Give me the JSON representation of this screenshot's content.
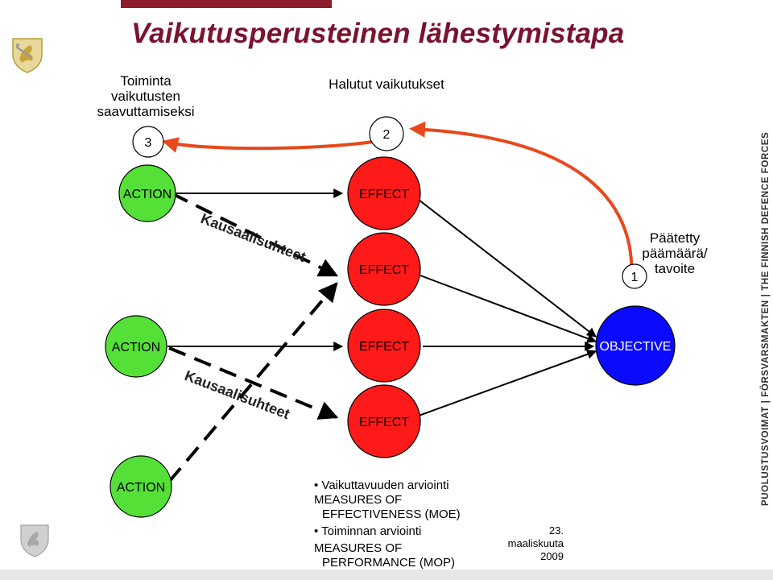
{
  "title": "Vaikutusperusteinen lähestymistapa",
  "labels": {
    "toiminta_1": "Toiminta",
    "toiminta_2": "vaikutusten",
    "toiminta_3": "saavuttamiseksi",
    "halutut": "Halutut vaikutukset",
    "paatetty_1": "Päätetty",
    "paatetty_2": "päämäärä/",
    "paatetty_3": "tavoite"
  },
  "numbers": {
    "n1": "1",
    "n2": "2",
    "n3": "3"
  },
  "nodes": {
    "action_1": "ACTION",
    "action_2": "ACTION",
    "action_3": "ACTION",
    "effect_1": "EFFECT",
    "effect_2": "EFFECT",
    "effect_3": "EFFECT",
    "effect_4": "EFFECT",
    "objective": "OBJECTIVE"
  },
  "relations": {
    "kausaali_1": "Kausaalisuhteet",
    "kausaali_2": "Kausaalisuhteet"
  },
  "measures": {
    "line1": "Vaikuttavuuden arviointi",
    "line2": "MEASURES OF",
    "line3": "EFFECTIVENESS (MOE)",
    "line4": "Toiminnan arviointi",
    "line5": "MEASURES OF",
    "line6": "PERFORMANCE (MOP)"
  },
  "date": {
    "line1": "23. maaliskuuta",
    "line2": "2009"
  },
  "side_text": "PUOLUSTUSVOIMAT  |  FÖRSVARSMAKTEN  |  THE FINNISH DEFENCE FORCES",
  "colors": {
    "action": "#55e038",
    "effect": "#ff1a1a",
    "objective": "#0a0aff",
    "arrow_red": "#e8481c",
    "title": "#7a1230"
  }
}
